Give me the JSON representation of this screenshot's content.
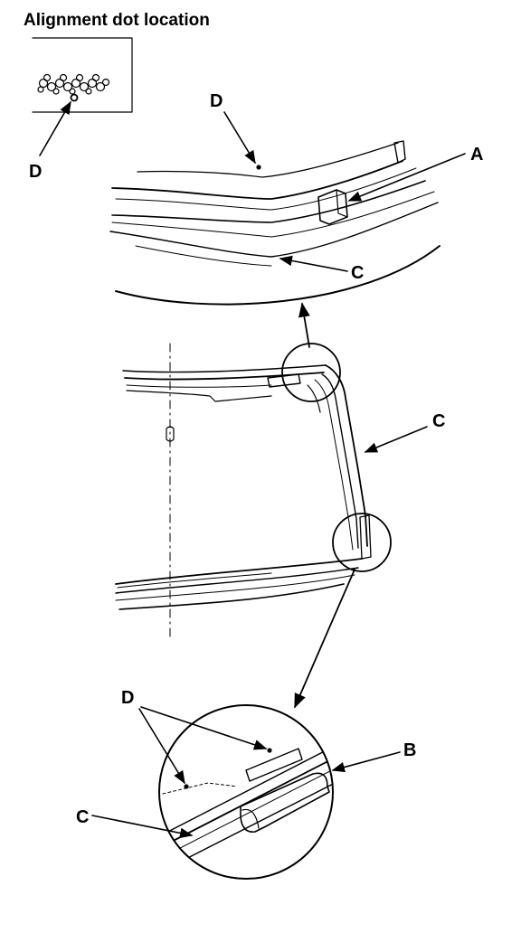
{
  "title": "Alignment dot location",
  "callouts": {
    "inset_dot": "D",
    "top_dot": "D",
    "top_clip": "A",
    "top_molding": "C",
    "side_molding": "C",
    "bottom_dots": "D",
    "bottom_clip": "B",
    "bottom_molding": "C"
  },
  "colors": {
    "ink": "#000000",
    "paper": "#ffffff"
  }
}
